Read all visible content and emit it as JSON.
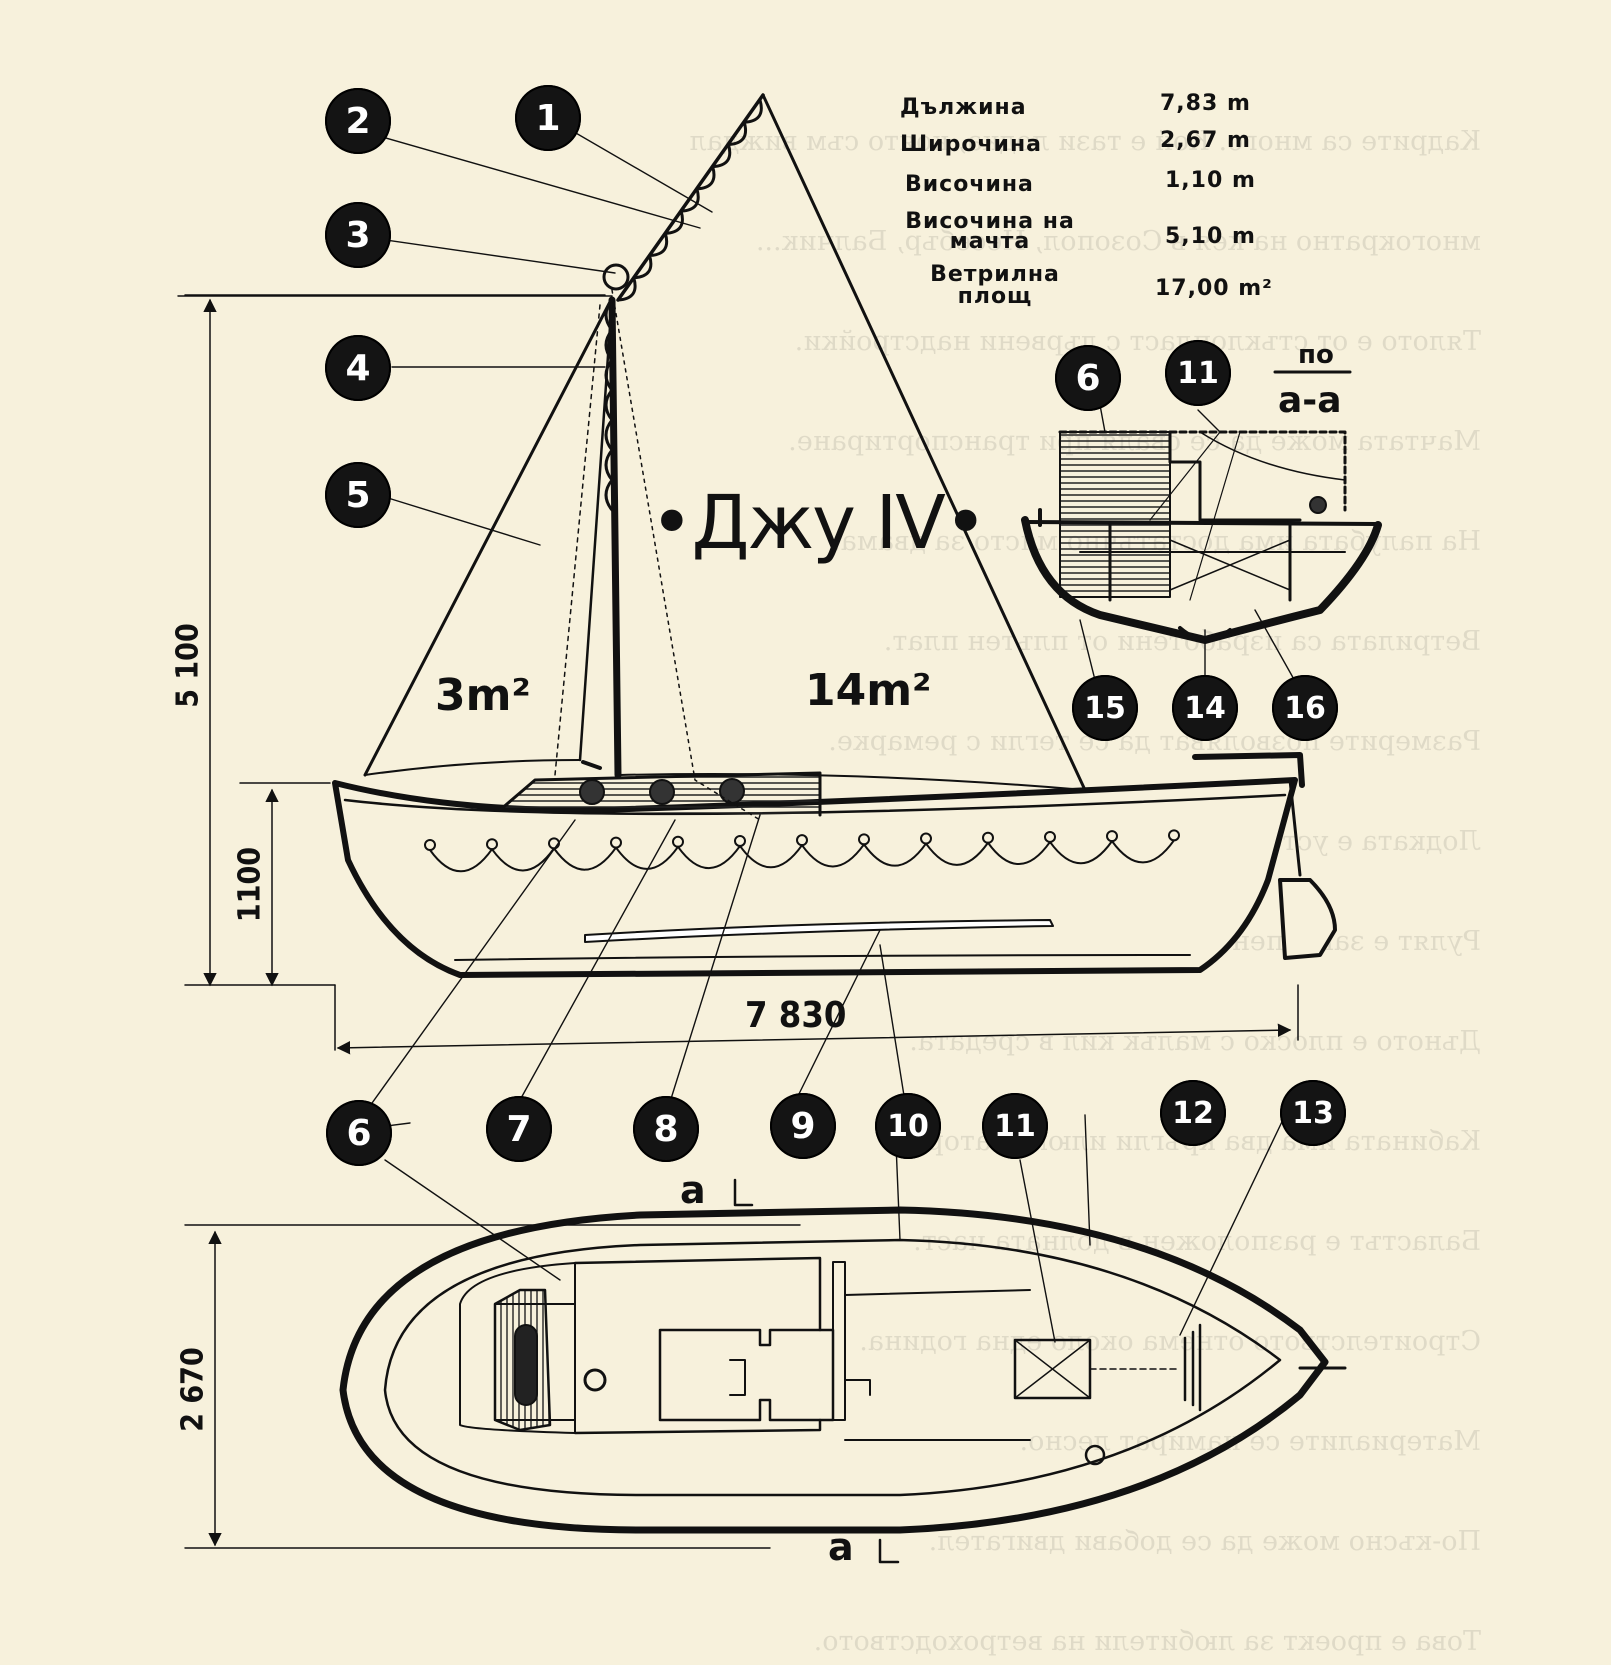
{
  "title": "•Джу IV•",
  "specs": [
    {
      "label": "Дължина",
      "value": "7,83 m"
    },
    {
      "label": "Широчина",
      "value": "2,67 m"
    },
    {
      "label": "Височина",
      "value": "1,10 m"
    },
    {
      "label": "Височина на мачта",
      "value": "5,10 m"
    },
    {
      "label": "Ветрилна площ",
      "value": "17,00 m²"
    }
  ],
  "sail_areas": {
    "jib": "3m²",
    "main": "14m²"
  },
  "dimensions": {
    "mast_height": "5 100",
    "hull_height": "1100",
    "length": "7 830",
    "beam": "2 670"
  },
  "section": {
    "label_top": "по",
    "label_bottom": "а-а"
  },
  "section_marks": {
    "top": "а",
    "bottom": "а"
  },
  "callouts": {
    "top": [
      "2",
      "1",
      "3",
      "4",
      "5"
    ],
    "bottom": [
      "6",
      "7",
      "8",
      "9",
      "10",
      "11",
      "12",
      "13"
    ],
    "section": [
      "6",
      "11",
      "15",
      "14",
      "16"
    ]
  },
  "background_text": [
    "Кадрите са много. Кой е тази лодка, която съм виждал",
    "многократно на кея в Созопол, Несебър, Балчик...",
    "Тялото е от стъклопласт с дървени надстройки.",
    "Мачтата може да се сваля при транспортиране.",
    "На палубата има достатъчно място за двама.",
    "Ветрилата са изработени от плътен плат.",
    "Размерите позволяват да се тегли с ремарке.",
    "Лодката е устойчива при умерен вятър.",
    "Рулят е закрепен към кърмата с панти.",
    "Дъното е плоско с малък кил в средата.",
    "Кабината има два кръгли илюминатора.",
    "Баластът е разположен в долната част.",
    "Строителството отнема около една година.",
    "Материалите се намират лесно.",
    "По-късно може да се добави двигател.",
    "Това е проект за любители на ветроходството."
  ]
}
